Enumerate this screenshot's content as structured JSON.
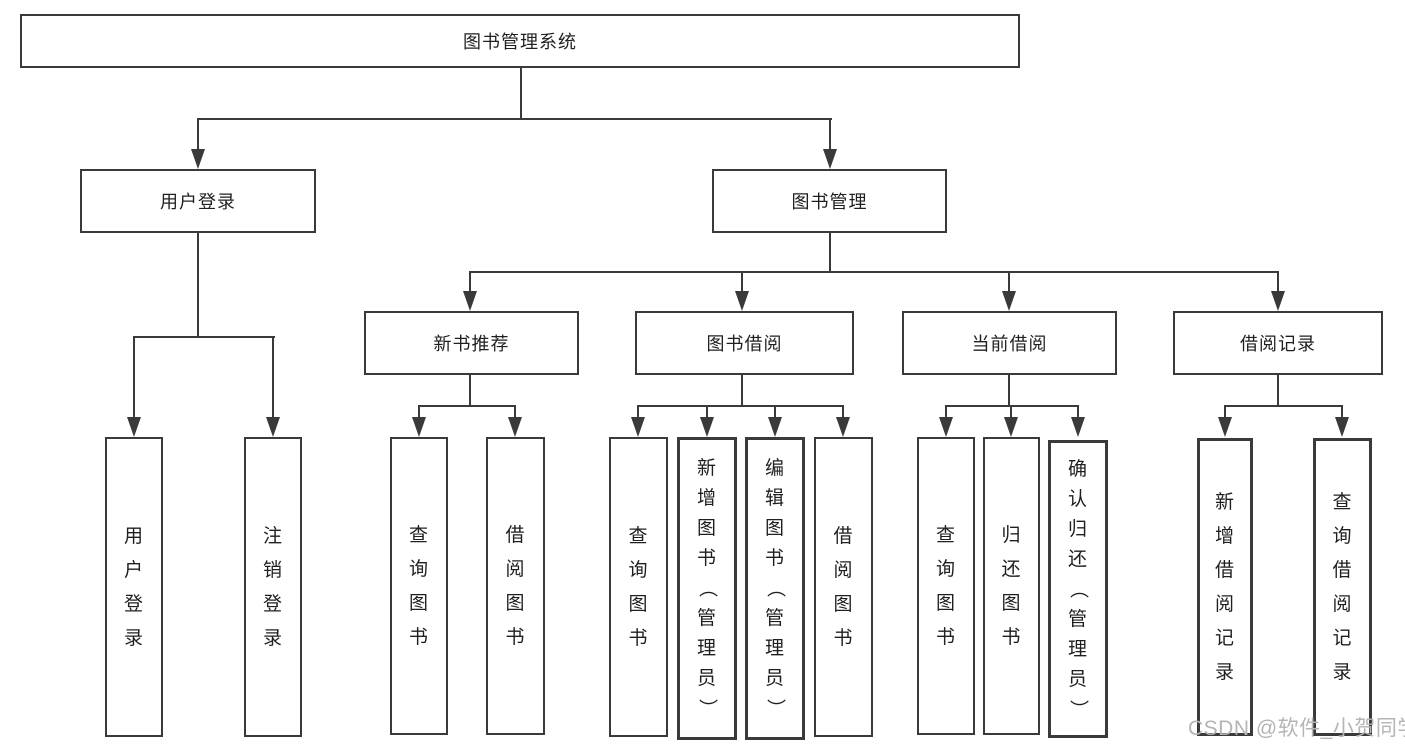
{
  "tree": {
    "root": {
      "label": "图书管理系统"
    },
    "branches": [
      {
        "label": "用户登录",
        "children": [
          {
            "label": "用户登录"
          },
          {
            "label": "注销登录"
          }
        ]
      },
      {
        "label": "图书管理",
        "children": [
          {
            "label": "新书推荐",
            "children": [
              {
                "label": "查询图书"
              },
              {
                "label": "借阅图书"
              }
            ]
          },
          {
            "label": "图书借阅",
            "children": [
              {
                "label": "查询图书"
              },
              {
                "label": "新增图书（管理员）"
              },
              {
                "label": "编辑图书（管理员）"
              },
              {
                "label": "借阅图书"
              }
            ]
          },
          {
            "label": "当前借阅",
            "children": [
              {
                "label": "查询图书"
              },
              {
                "label": "归还图书"
              },
              {
                "label": "确认归还（管理员）"
              }
            ]
          },
          {
            "label": "借阅记录",
            "children": [
              {
                "label": "新增借阅记录"
              },
              {
                "label": "查询借阅记录"
              }
            ]
          }
        ]
      }
    ]
  },
  "watermark": {
    "text": "CSDN @软件_小贺同学"
  },
  "colors": {
    "line": "#3a3a3a",
    "text": "#1f1f1f",
    "background": "#ffffff",
    "watermark": "#b5b5b5"
  }
}
